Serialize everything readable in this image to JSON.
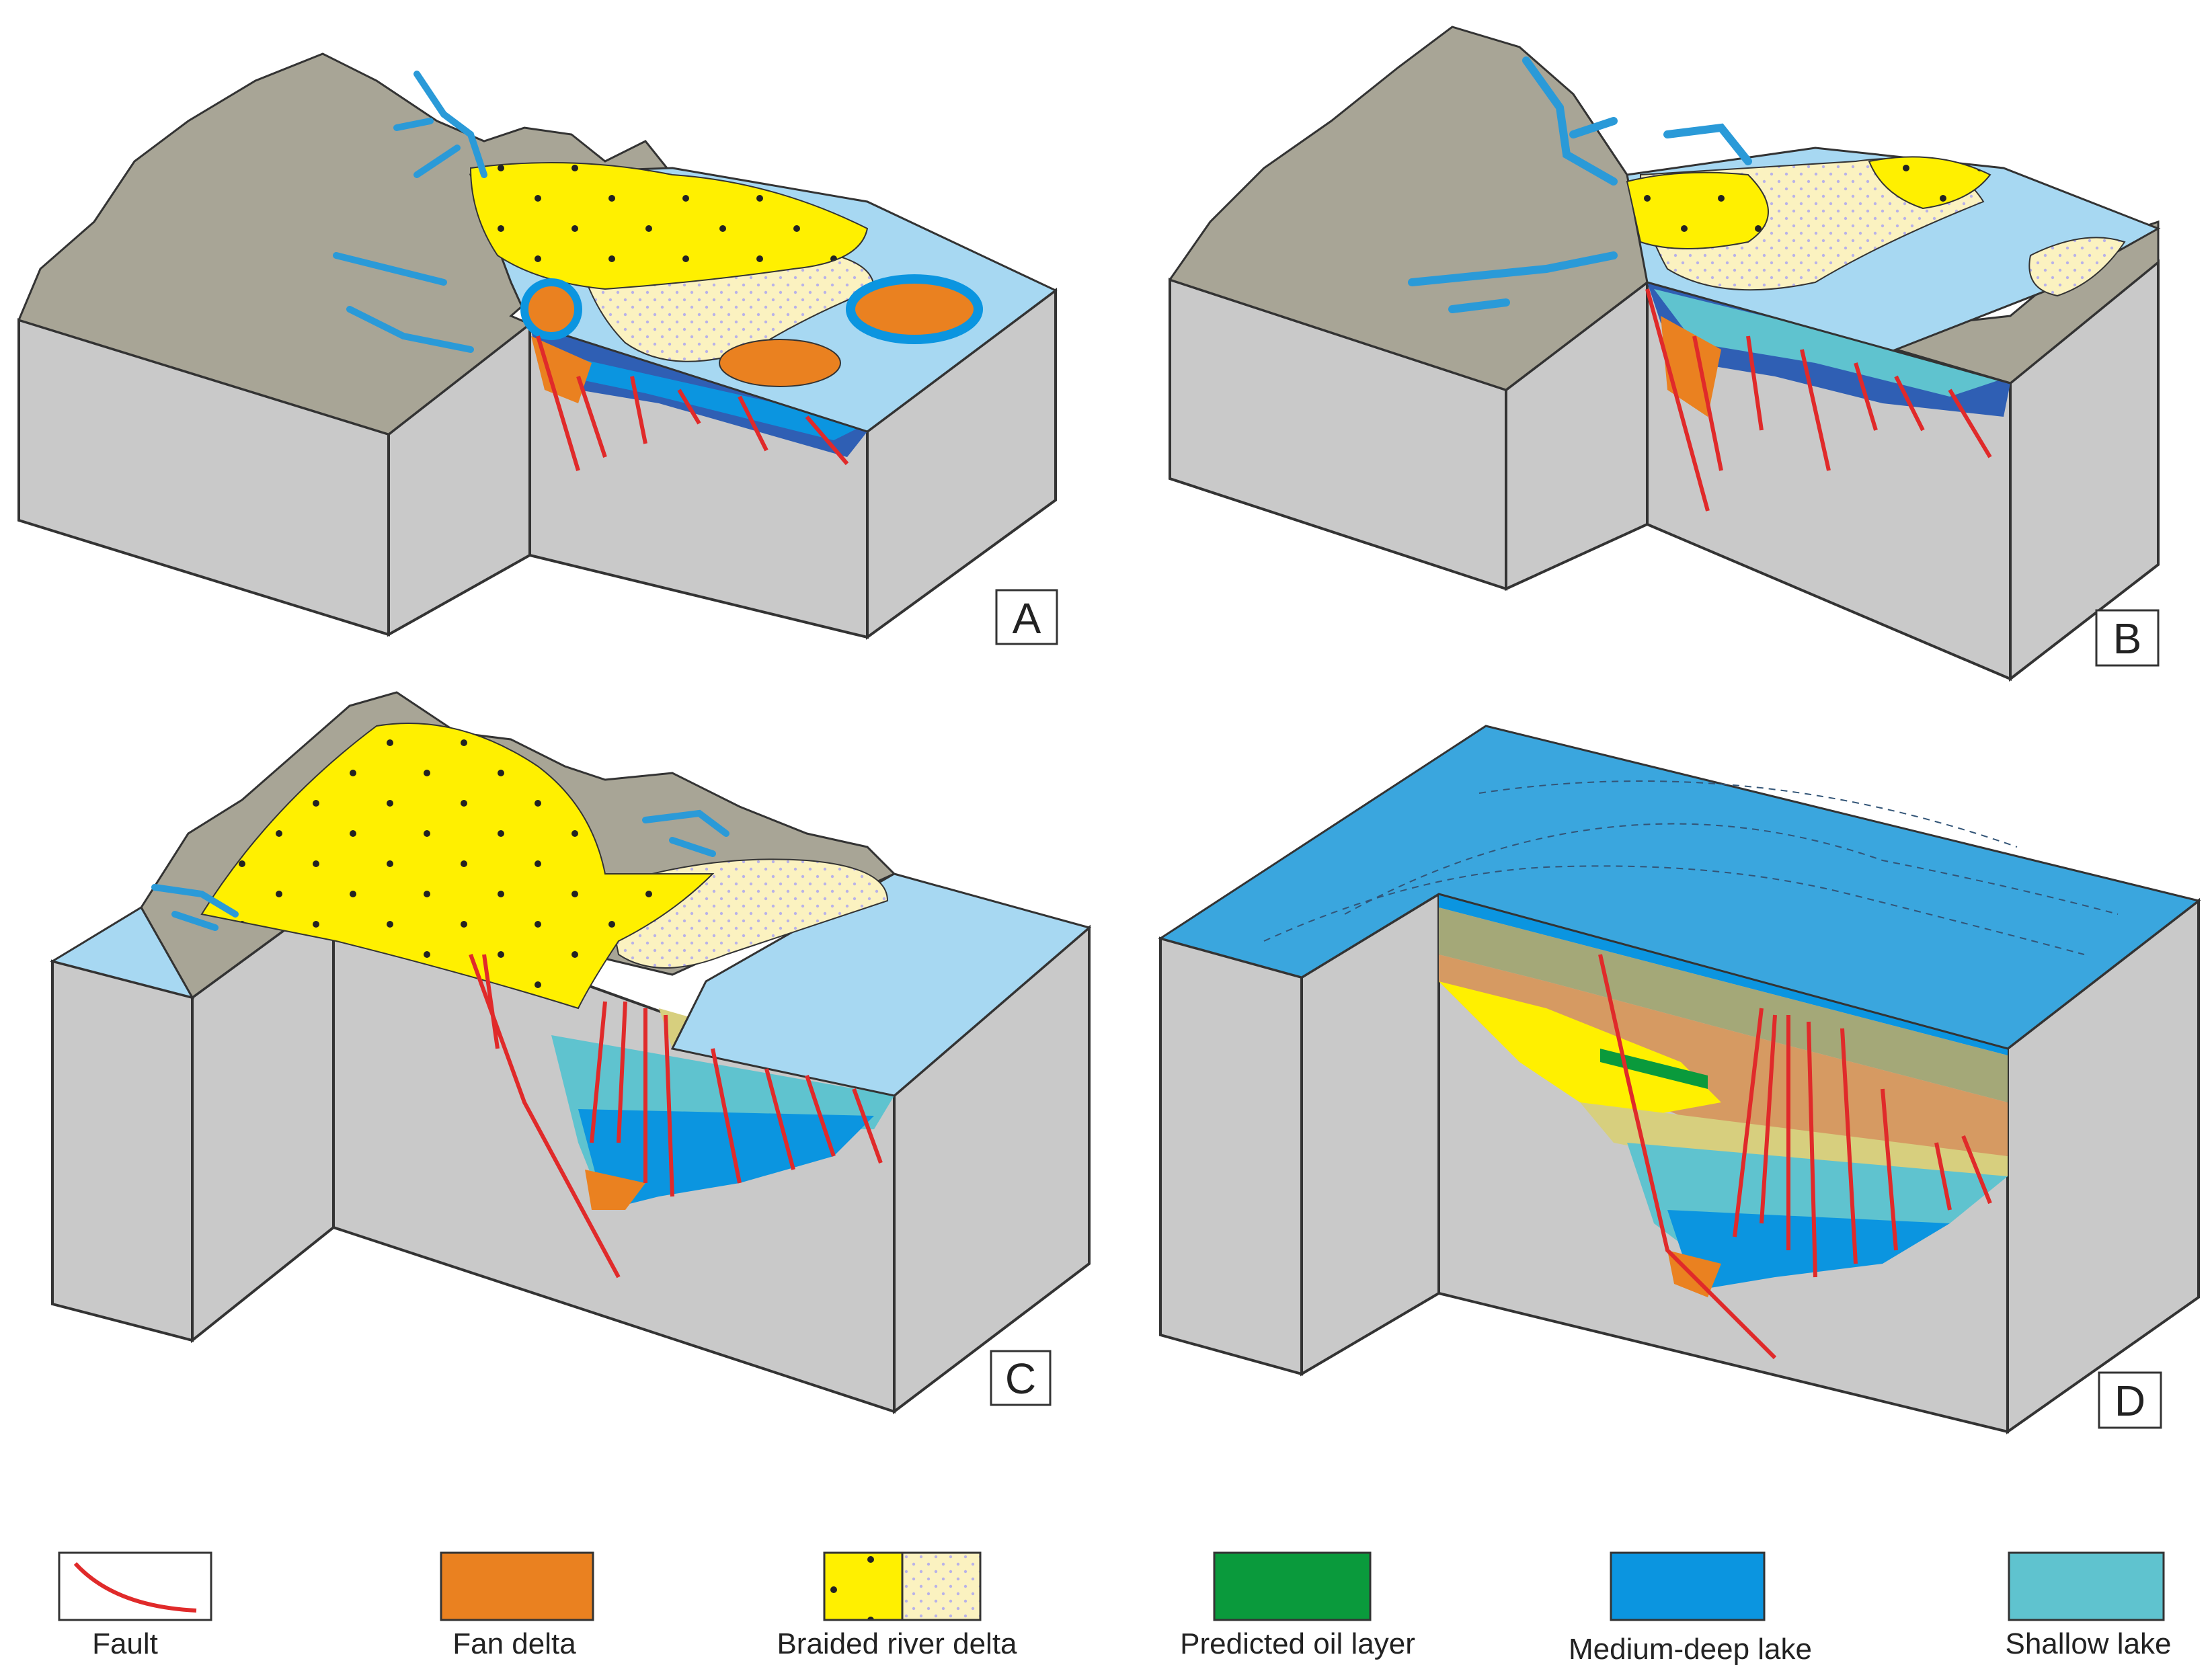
{
  "panels": [
    {
      "id": "A",
      "label": "A"
    },
    {
      "id": "B",
      "label": "B"
    },
    {
      "id": "C",
      "label": "C"
    },
    {
      "id": "D",
      "label": "D"
    }
  ],
  "legend": [
    {
      "key": "fault",
      "label": "Fault",
      "color": "#e02a2a"
    },
    {
      "key": "fan-delta",
      "label": "Fan  delta",
      "color": "#ea8120"
    },
    {
      "key": "braided-river-delta",
      "label": "Braided river delta",
      "color": "#fff000",
      "color_alt": "#fbf2c0"
    },
    {
      "key": "predicted-oil-layer",
      "label": "Predicted oil  layer",
      "color": "#0a9a3c"
    },
    {
      "key": "medium-deep-lake",
      "label": "Medium-deep lake",
      "color": "#0b95e0"
    },
    {
      "key": "shallow-lake",
      "label": "Shallow lake",
      "color": "#5fc3cf"
    }
  ],
  "colors": {
    "block_side": "#c9c9c9",
    "mountain": "#a8a596",
    "river": "#2a9ad8",
    "lake_surface": "#a7d8f2",
    "deep_lake_surface": "#3aa6de",
    "mud_brown": "#d69a62",
    "olive": "#a4a878"
  }
}
